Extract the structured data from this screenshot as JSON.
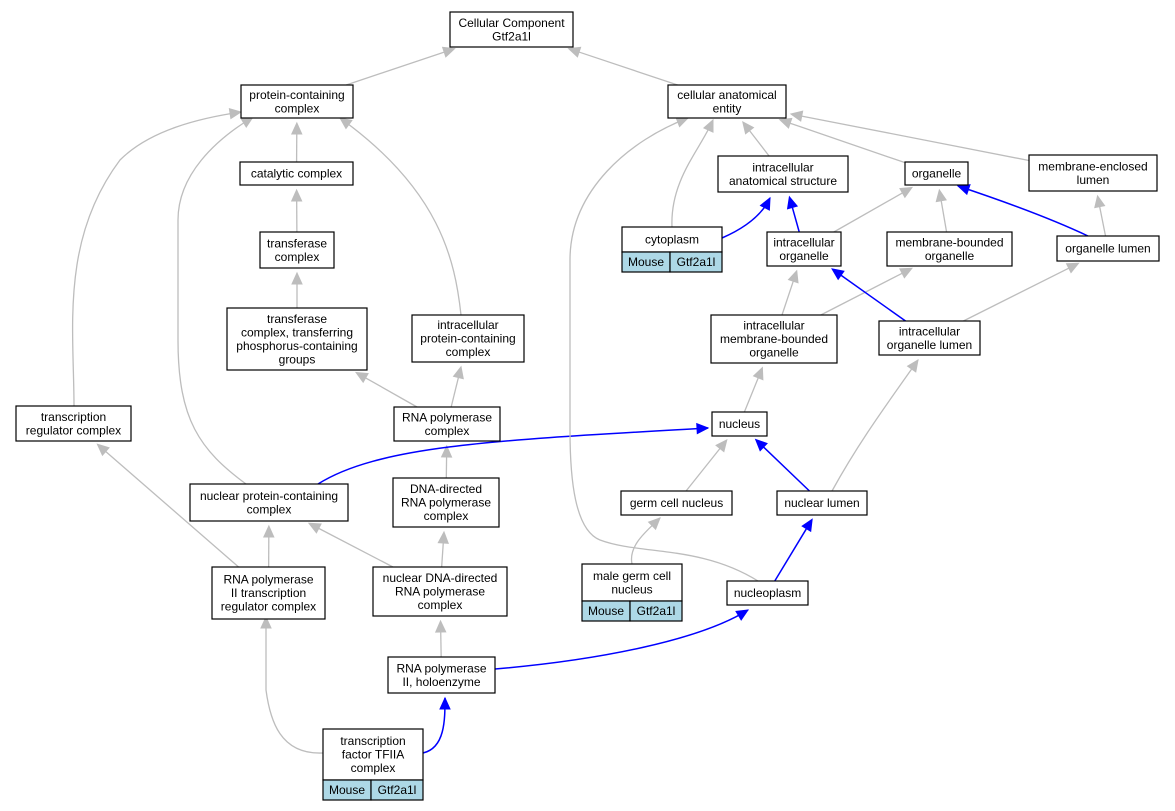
{
  "graph": {
    "colors": {
      "is_a": "#bdbdbd",
      "part_of": "#0000ff",
      "annotation": "#add8e6"
    },
    "nodes": [
      {
        "id": "root",
        "lines": [
          "Cellular Component",
          "Gtf2a1l"
        ]
      },
      {
        "id": "pcc",
        "lines": [
          "protein-containing",
          "complex"
        ]
      },
      {
        "id": "cae",
        "lines": [
          "cellular anatomical",
          "entity"
        ]
      },
      {
        "id": "cat",
        "lines": [
          "catalytic complex"
        ]
      },
      {
        "id": "ias",
        "lines": [
          "intracellular",
          "anatomical structure"
        ]
      },
      {
        "id": "org",
        "lines": [
          "organelle"
        ]
      },
      {
        "id": "mel",
        "lines": [
          "membrane-enclosed",
          "lumen"
        ]
      },
      {
        "id": "tc",
        "lines": [
          "transferase",
          "complex"
        ]
      },
      {
        "id": "cyto",
        "lines": [
          "cytoplasm"
        ],
        "annotation": [
          "Mouse",
          "Gtf2a1l"
        ]
      },
      {
        "id": "io",
        "lines": [
          "intracellular",
          "organelle"
        ]
      },
      {
        "id": "mbo",
        "lines": [
          "membrane-bounded",
          "organelle"
        ]
      },
      {
        "id": "ol",
        "lines": [
          "organelle lumen"
        ]
      },
      {
        "id": "tctp",
        "lines": [
          "transferase",
          "complex, transferring",
          "phosphorus-containing",
          "groups"
        ]
      },
      {
        "id": "ipcc",
        "lines": [
          "intracellular",
          "protein-containing",
          "complex"
        ]
      },
      {
        "id": "imbo",
        "lines": [
          "intracellular",
          "membrane-bounded",
          "organelle"
        ]
      },
      {
        "id": "iol",
        "lines": [
          "intracellular",
          "organelle lumen"
        ]
      },
      {
        "id": "trc",
        "lines": [
          "transcription",
          "regulator complex"
        ]
      },
      {
        "id": "rnap",
        "lines": [
          "RNA polymerase",
          "complex"
        ]
      },
      {
        "id": "nuc",
        "lines": [
          "nucleus"
        ]
      },
      {
        "id": "npcc",
        "lines": [
          "nuclear protein-containing",
          "complex"
        ]
      },
      {
        "id": "ddrp",
        "lines": [
          "DNA-directed",
          "RNA polymerase",
          "complex"
        ]
      },
      {
        "id": "gcn",
        "lines": [
          "germ cell nucleus"
        ]
      },
      {
        "id": "nl",
        "lines": [
          "nuclear lumen"
        ]
      },
      {
        "id": "rp2trc",
        "lines": [
          "RNA polymerase",
          "II transcription",
          "regulator complex"
        ]
      },
      {
        "id": "nddrp",
        "lines": [
          "nuclear DNA-directed",
          "RNA polymerase",
          "complex"
        ]
      },
      {
        "id": "mgcn",
        "lines": [
          "male germ cell",
          "nucleus"
        ],
        "annotation": [
          "Mouse",
          "Gtf2a1l"
        ]
      },
      {
        "id": "np",
        "lines": [
          "nucleoplasm"
        ]
      },
      {
        "id": "rp2h",
        "lines": [
          "RNA polymerase",
          "II, holoenzyme"
        ]
      },
      {
        "id": "tfiia",
        "lines": [
          "transcription",
          "factor TFIIA",
          "complex"
        ],
        "annotation": [
          "Mouse",
          "Gtf2a1l"
        ]
      }
    ],
    "edges": [
      {
        "from": "pcc",
        "to": "root",
        "type": "is_a"
      },
      {
        "from": "cae",
        "to": "root",
        "type": "is_a"
      },
      {
        "from": "cat",
        "to": "pcc",
        "type": "is_a"
      },
      {
        "from": "tc",
        "to": "cat",
        "type": "is_a"
      },
      {
        "from": "tctp",
        "to": "tc",
        "type": "is_a"
      },
      {
        "from": "ipcc",
        "to": "pcc",
        "type": "is_a"
      },
      {
        "from": "trc",
        "to": "pcc",
        "type": "is_a"
      },
      {
        "from": "npcc",
        "to": "pcc",
        "type": "is_a"
      },
      {
        "from": "rnap",
        "to": "tctp",
        "type": "is_a"
      },
      {
        "from": "rnap",
        "to": "ipcc",
        "type": "is_a"
      },
      {
        "from": "ddrp",
        "to": "rnap",
        "type": "is_a"
      },
      {
        "from": "nddrp",
        "to": "ddrp",
        "type": "is_a"
      },
      {
        "from": "nddrp",
        "to": "npcc",
        "type": "is_a"
      },
      {
        "from": "rp2trc",
        "to": "npcc",
        "type": "is_a"
      },
      {
        "from": "rp2trc",
        "to": "trc",
        "type": "is_a"
      },
      {
        "from": "rp2h",
        "to": "nddrp",
        "type": "is_a"
      },
      {
        "from": "tfiia",
        "to": "rp2trc",
        "type": "is_a"
      },
      {
        "from": "tfiia",
        "to": "rp2h",
        "type": "part_of"
      },
      {
        "from": "rp2h",
        "to": "np",
        "type": "part_of"
      },
      {
        "from": "npcc",
        "to": "nuc",
        "type": "part_of"
      },
      {
        "from": "ias",
        "to": "cae",
        "type": "is_a"
      },
      {
        "from": "org",
        "to": "cae",
        "type": "is_a"
      },
      {
        "from": "mel",
        "to": "cae",
        "type": "is_a"
      },
      {
        "from": "cyto",
        "to": "cae",
        "type": "is_a"
      },
      {
        "from": "cyto",
        "to": "ias",
        "type": "part_of"
      },
      {
        "from": "io",
        "to": "ias",
        "type": "part_of"
      },
      {
        "from": "io",
        "to": "org",
        "type": "is_a"
      },
      {
        "from": "mbo",
        "to": "org",
        "type": "is_a"
      },
      {
        "from": "ol",
        "to": "mel",
        "type": "is_a"
      },
      {
        "from": "ol",
        "to": "org",
        "type": "part_of"
      },
      {
        "from": "imbo",
        "to": "io",
        "type": "is_a"
      },
      {
        "from": "imbo",
        "to": "mbo",
        "type": "is_a"
      },
      {
        "from": "iol",
        "to": "io",
        "type": "part_of"
      },
      {
        "from": "iol",
        "to": "ol",
        "type": "is_a"
      },
      {
        "from": "nuc",
        "to": "imbo",
        "type": "is_a"
      },
      {
        "from": "gcn",
        "to": "nuc",
        "type": "is_a"
      },
      {
        "from": "nl",
        "to": "nuc",
        "type": "part_of"
      },
      {
        "from": "nl",
        "to": "iol",
        "type": "is_a"
      },
      {
        "from": "mgcn",
        "to": "gcn",
        "type": "is_a"
      },
      {
        "from": "np",
        "to": "nl",
        "type": "part_of"
      },
      {
        "from": "np",
        "to": "cae",
        "type": "is_a"
      }
    ]
  }
}
